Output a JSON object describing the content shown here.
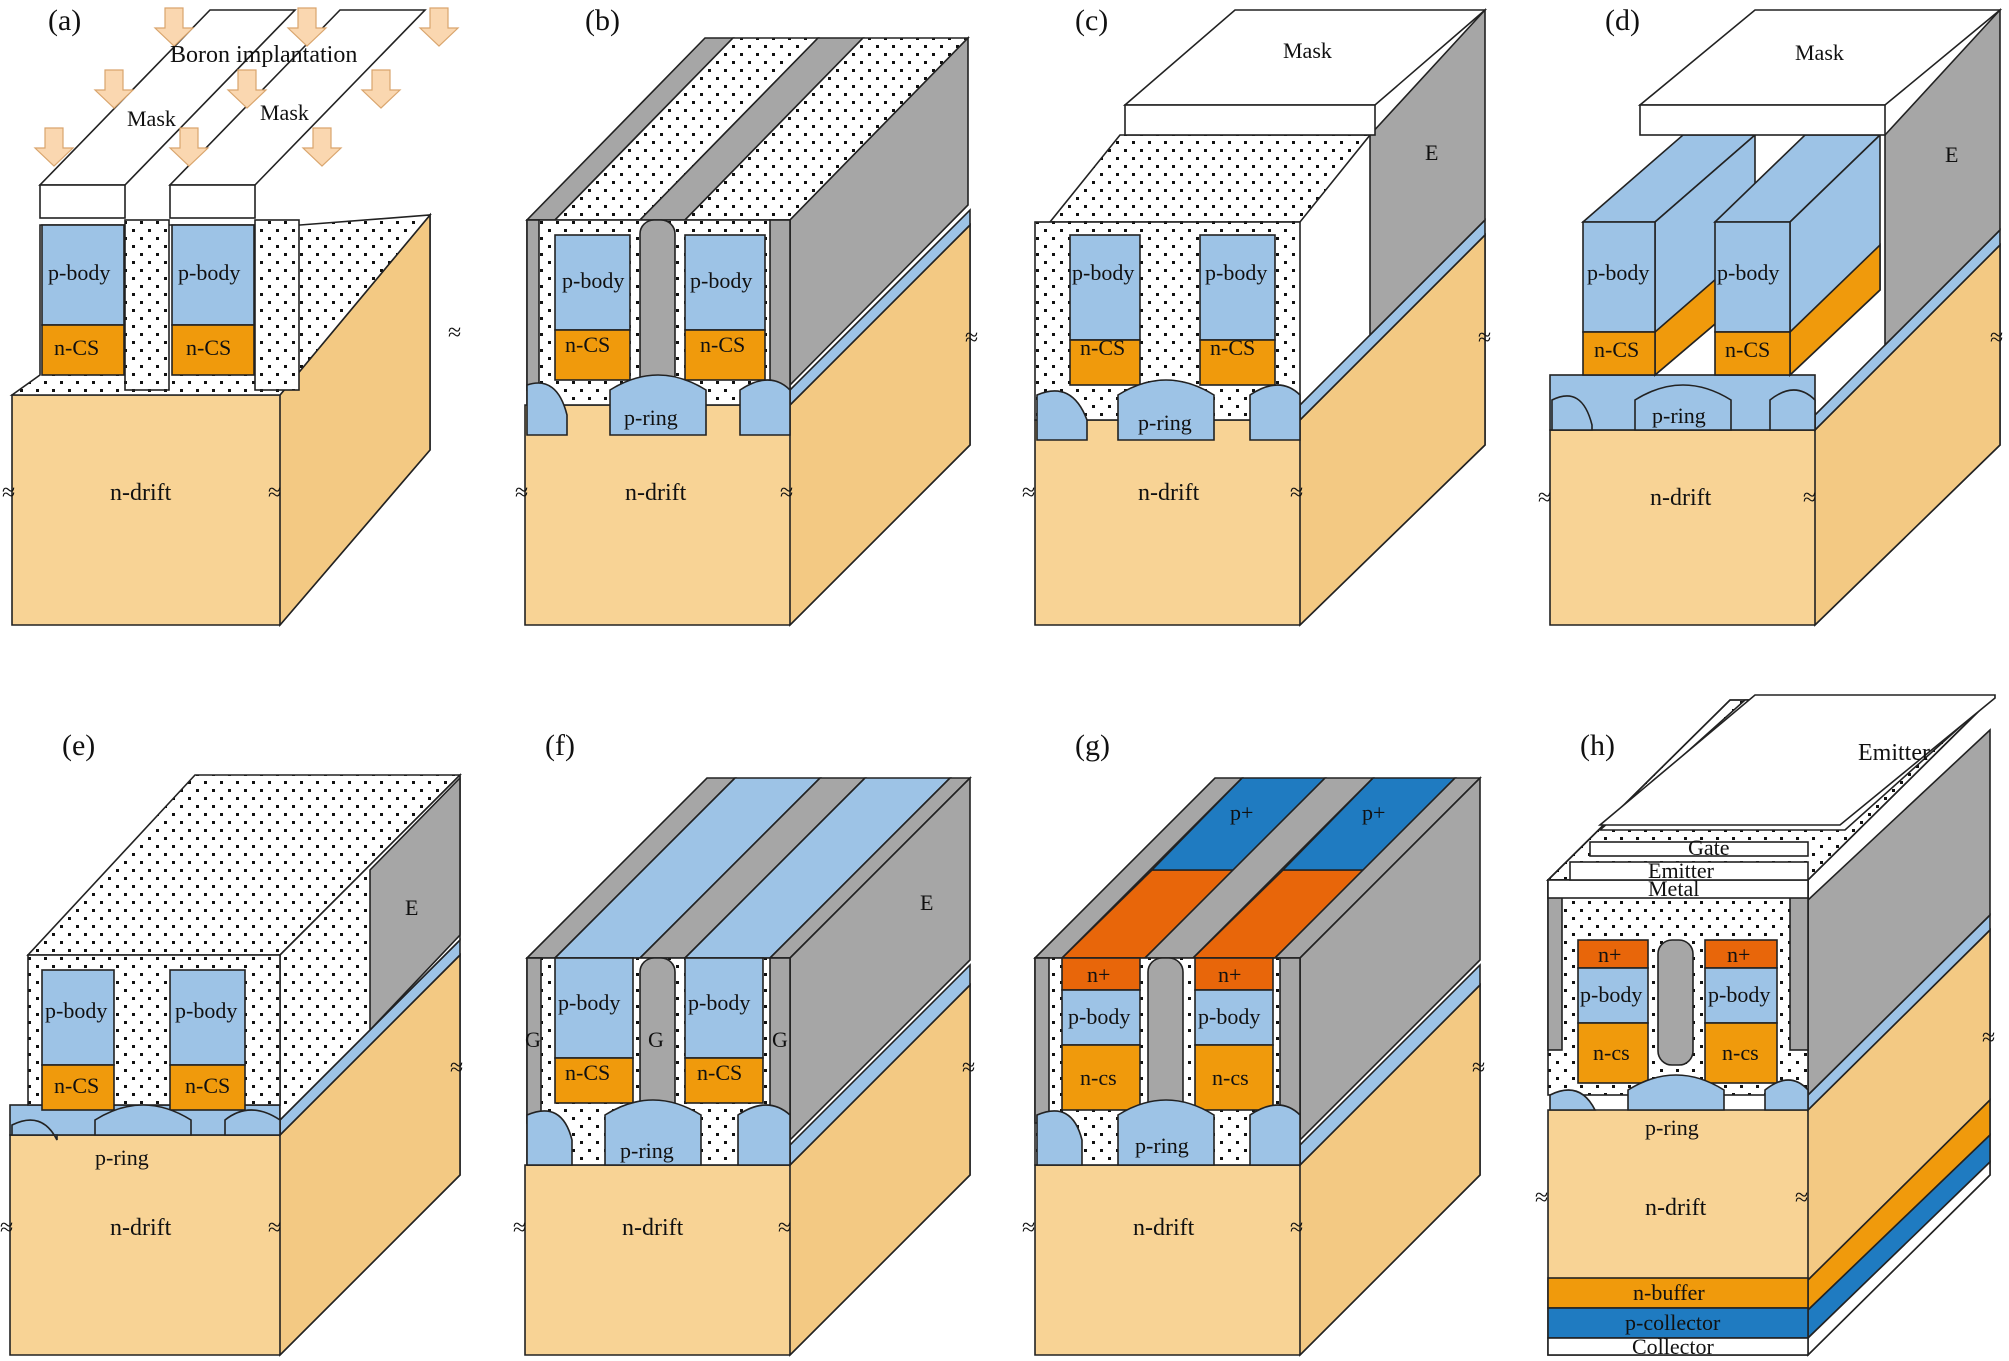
{
  "figure": {
    "panels": [
      {
        "caption": "(a)",
        "top_label": "Boron implantation",
        "mask_labels": [
          "Mask",
          "Mask"
        ],
        "cell_labels": [
          "p-body",
          "p-body",
          "n-CS",
          "n-CS"
        ],
        "bulk_label": "n-drift"
      },
      {
        "caption": "(b)",
        "cell_labels": [
          "p-body",
          "p-body",
          "n-CS",
          "n-CS",
          "p-ring"
        ],
        "bulk_label": "n-drift"
      },
      {
        "caption": "(c)",
        "mask_label": "Mask",
        "side_label": "E",
        "cell_labels": [
          "p-body",
          "p-body",
          "n-CS",
          "n-CS",
          "p-ring"
        ],
        "bulk_label": "n-drift"
      },
      {
        "caption": "(d)",
        "mask_label": "Mask",
        "side_label": "E",
        "cell_labels": [
          "p-body",
          "p-body",
          "n-CS",
          "n-CS",
          "p-ring"
        ],
        "bulk_label": "n-drift"
      },
      {
        "caption": "(e)",
        "side_label": "E",
        "cell_labels": [
          "p-body",
          "p-body",
          "n-CS",
          "n-CS",
          "p-ring"
        ],
        "bulk_label": "n-drift"
      },
      {
        "caption": "(f)",
        "side_label": "E",
        "gate_labels": [
          "G",
          "G",
          "G"
        ],
        "cell_labels": [
          "p-body",
          "p-body",
          "n-CS",
          "n-CS",
          "p-ring"
        ],
        "bulk_label": "n-drift"
      },
      {
        "caption": "(g)",
        "top_labels": [
          "p+",
          "p+"
        ],
        "cell_labels": [
          "n+",
          "n+",
          "p-body",
          "p-body",
          "n-cs",
          "n-cs",
          "p-ring"
        ],
        "bulk_label": "n-drift"
      },
      {
        "caption": "(h)",
        "top_label": "Emitter",
        "layer_labels": [
          "Gate",
          "Emitter",
          "Metal"
        ],
        "cell_labels": [
          "n+",
          "n+",
          "p-body",
          "p-body",
          "n-cs",
          "n-cs",
          "p-ring"
        ],
        "bulk_label": "n-drift",
        "bottom_layers": [
          "n-buffer",
          "p-collector",
          "Collector"
        ]
      }
    ],
    "break_symbol": "≈"
  },
  "colors": {
    "n_drift": "#f8d395",
    "n_drift_side": "#f3c983",
    "p_body": "#9dc3e6",
    "n_cs": "#f09a0c",
    "p_plus": "#1f7bc1",
    "n_plus": "#e8660a",
    "poly_gate": "#a6a6a6",
    "oxide_dots": "#ffffff",
    "mask": "#ffffff",
    "implant_arrow": "#fad7b0"
  }
}
